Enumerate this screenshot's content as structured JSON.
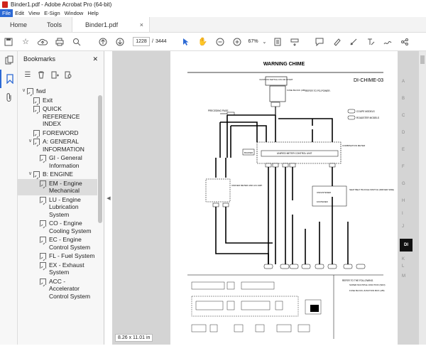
{
  "window": {
    "title": "Binder1.pdf - Adobe Acrobat Pro (64-bit)"
  },
  "menu": [
    "File",
    "Edit",
    "View",
    "E-Sign",
    "Window",
    "Help"
  ],
  "tabs": {
    "home": "Home",
    "tools": "Tools",
    "document": "Binder1.pdf",
    "close": "×"
  },
  "toolbar": {
    "current_page": "1228",
    "page_sep": "/",
    "total_pages": "3444",
    "zoom": "67%"
  },
  "bookmarks": {
    "title": "Bookmarks",
    "close": "✕",
    "items": [
      {
        "label": "fwd",
        "level": 0,
        "caret": "∨"
      },
      {
        "label": "Exit",
        "level": 1
      },
      {
        "label": "QUICK REFERENCE INDEX",
        "level": 1
      },
      {
        "label": "FOREWORD",
        "level": 1
      },
      {
        "label": "A: GENERAL INFORMATION",
        "level": 1,
        "caret": "∨"
      },
      {
        "label": "GI - General Information",
        "level": 2
      },
      {
        "label": "B: ENGINE",
        "level": 1,
        "caret": "∨"
      },
      {
        "label": "EM - Engine Mechanical",
        "level": 2,
        "selected": true
      },
      {
        "label": "LU - Engine Lubrication System",
        "level": 2
      },
      {
        "label": "CO - Engine Cooling System",
        "level": 2
      },
      {
        "label": "EC - Engine Control System",
        "level": 2
      },
      {
        "label": "FL - Fuel System",
        "level": 2
      },
      {
        "label": "EX - Exhaust System",
        "level": 2
      },
      {
        "label": "ACC - Accelerator Control System",
        "level": 2
      }
    ]
  },
  "document": {
    "page_size": "8.26 x 11.01 in",
    "heading": "WARNING CHIME",
    "code": "DI-CHIME-03",
    "side_tab": "DI",
    "grid_letters": [
      "A",
      "B",
      "C",
      "D",
      "E",
      "F",
      "G",
      "H",
      "I",
      "J",
      "K",
      "L",
      "M"
    ],
    "labels": {
      "ign": "IGNITION SWITCH ON OR START",
      "fuse": "FUSE BLOCK (J/B)",
      "refer_power": "REFER TO PG-POWER.",
      "coupe": "COUPE MODELS",
      "roadster": "ROADSTER MODELS",
      "preceding": "PRECEDING PAGE",
      "buzzer": "BUZZER",
      "unified": "UNIFIED METER CONTROL UNIT",
      "combination": "COMBINATION METER",
      "seatbelt": "SEAT BELT BUCKLE SWITCH (DRIVER SIDE)",
      "unfastened": "UNFASTENED",
      "fastened": "FASTENED",
      "unified_left": "UNIFIED METER AND A/C AMP.",
      "refer_following": "REFER TO THE FOLLOWING.",
      "super_mj": "SUPER MULTIPLE JUNCTION (SMJ)",
      "fbj": "FUSE BLOCK-JUNCTION BOX (J/B)"
    }
  }
}
